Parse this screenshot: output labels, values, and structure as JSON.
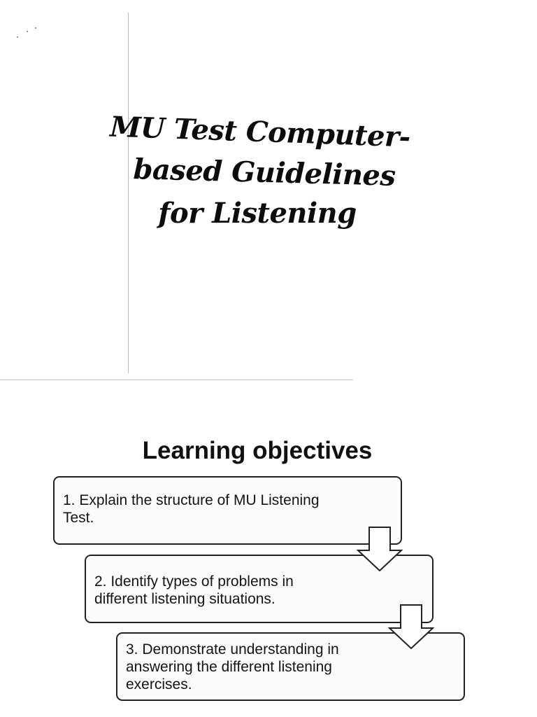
{
  "title_slide": {
    "lines": [
      "MU Test Computer-",
      "based Guidelines",
      "for Listening"
    ]
  },
  "objectives_slide": {
    "heading": "Learning objectives",
    "steps": [
      "1. Explain the structure of MU Listening Test.",
      "2. Identify types of problems in different listening situations.",
      "3. Demonstrate understanding in answering the different listening exercises."
    ]
  },
  "icons": {
    "connector": "down-arrow-icon"
  },
  "colors": {
    "ink": "#111111",
    "paper": "#ffffff",
    "box_fill": "#fbfbfb"
  }
}
